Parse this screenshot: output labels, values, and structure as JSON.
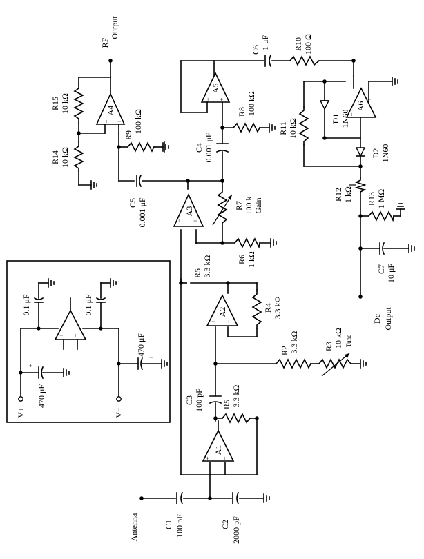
{
  "labels": {
    "rf_output": [
      "RF",
      "Output"
    ],
    "dc_output": [
      "Dc",
      "Output"
    ],
    "antenna": "Antenna",
    "vplus": "V+",
    "vminus": "V−",
    "tune": "Tune"
  },
  "amplifiers": {
    "a1": "A1",
    "a2": "A2",
    "a3": "A3",
    "a4": "A4",
    "a5": "A5",
    "a6": "A6"
  },
  "components": {
    "r15": [
      "R15",
      "10 kΩ"
    ],
    "r14": [
      "R14",
      "10 kΩ"
    ],
    "r9": [
      "R9",
      "100 kΩ"
    ],
    "c5": [
      "C5",
      "0.001 μF"
    ],
    "c6": [
      "C6",
      "1 μF"
    ],
    "r10": [
      "R10",
      "100 Ω"
    ],
    "r8": [
      "R8",
      "100 kΩ"
    ],
    "c4": [
      "C4",
      "0.001 μF"
    ],
    "r11": [
      "R11",
      "10 kΩ"
    ],
    "d1": [
      "D1",
      "1N60"
    ],
    "d2": [
      "D2",
      "1N60"
    ],
    "r7": [
      "R7",
      "100 k",
      "Gain"
    ],
    "r12": [
      "R12",
      "1 kΩ"
    ],
    "r13": [
      "R13",
      "1 MΩ"
    ],
    "r6": [
      "R6",
      "1 kΩ"
    ],
    "c7": [
      "C7",
      "10 μF"
    ],
    "r5a": [
      "R5",
      "3.3 kΩ"
    ],
    "r4": [
      "R4",
      "3.3 kΩ"
    ],
    "r2": [
      "R2",
      "3.3 kΩ"
    ],
    "r3": [
      "R3",
      "10 kΩ"
    ],
    "c3": [
      "C3",
      "100 pF"
    ],
    "r5b": [
      "R5",
      "3.3 kΩ"
    ],
    "c1": [
      "C1",
      "100 pF"
    ],
    "c2": [
      "C2",
      "2000 pF"
    ],
    "ps_c_top_left": "0.1 μF",
    "ps_c_top_right": "0.1 μF",
    "ps_c_left": "470 μF",
    "ps_c_right": "470 μF"
  },
  "signs": {
    "plus": "+",
    "minus": "−"
  }
}
